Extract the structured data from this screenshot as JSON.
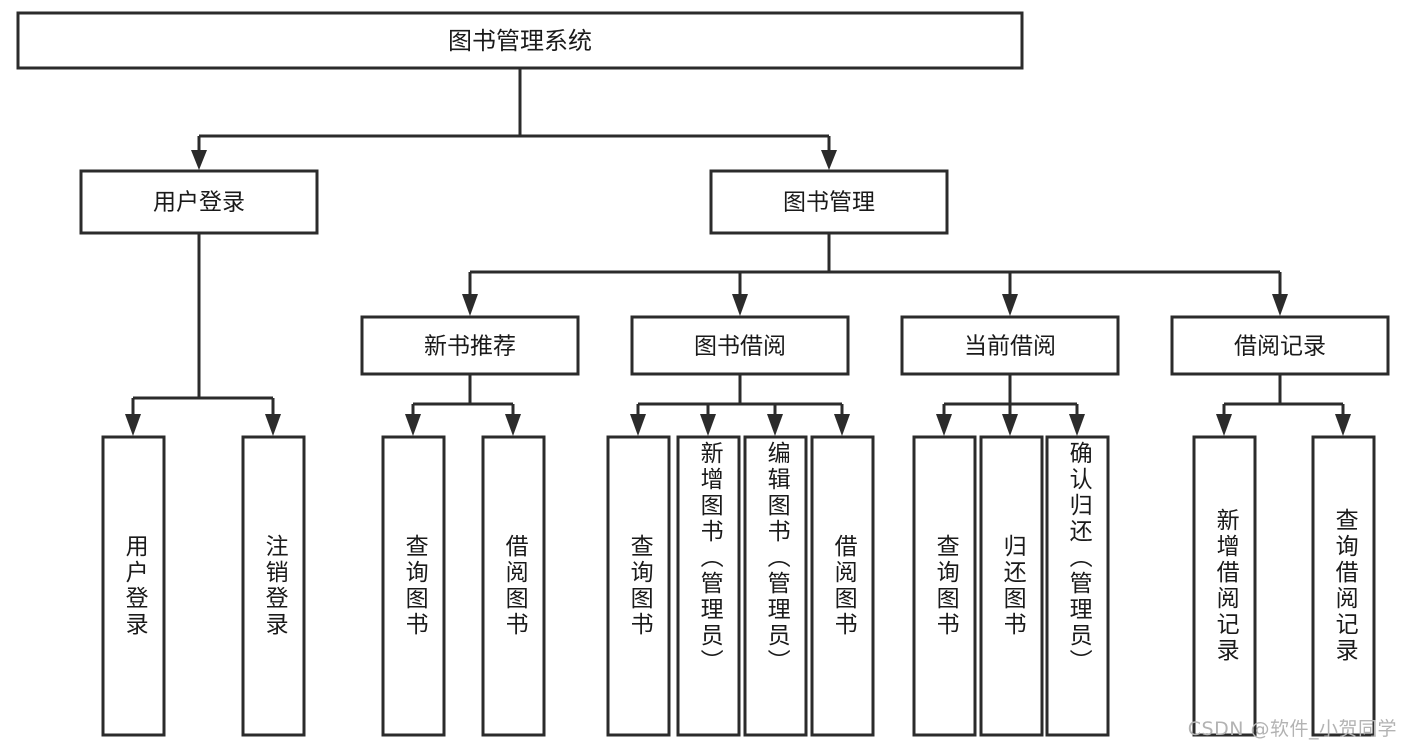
{
  "diagram": {
    "title": "图书管理系统",
    "type": "hierarchy-tree",
    "root": {
      "label": "图书管理系统",
      "id": "root"
    },
    "level2": [
      {
        "id": "user-login",
        "label": "用户登录"
      },
      {
        "id": "book-management",
        "label": "图书管理"
      }
    ],
    "level3": [
      {
        "id": "new-book-recommend",
        "label": "新书推荐",
        "parent": "book-management"
      },
      {
        "id": "book-borrow",
        "label": "图书借阅",
        "parent": "book-management"
      },
      {
        "id": "current-borrow",
        "label": "当前借阅",
        "parent": "book-management"
      },
      {
        "id": "borrow-record",
        "label": "借阅记录",
        "parent": "book-management"
      }
    ],
    "leaves": {
      "user-login": [
        {
          "id": "leaf-user-login",
          "label": "用户登录"
        },
        {
          "id": "leaf-logout-login",
          "label": "注销登录"
        }
      ],
      "new-book-recommend": [
        {
          "id": "leaf-query-book-1",
          "label": "查询图书"
        },
        {
          "id": "leaf-borrow-book-1",
          "label": "借阅图书"
        }
      ],
      "book-borrow": [
        {
          "id": "leaf-query-book-2",
          "label": "查询图书"
        },
        {
          "id": "leaf-add-book",
          "label": "新增图书（管理员）"
        },
        {
          "id": "leaf-edit-book",
          "label": "编辑图书（管理员）"
        },
        {
          "id": "leaf-borrow-book-2",
          "label": "借阅图书"
        }
      ],
      "current-borrow": [
        {
          "id": "leaf-query-book-3",
          "label": "查询图书"
        },
        {
          "id": "leaf-return-book",
          "label": "归还图书"
        },
        {
          "id": "leaf-confirm-return",
          "label": "确认归还（管理员）"
        }
      ],
      "borrow-record": [
        {
          "id": "leaf-add-record",
          "label": "新增借阅记录"
        },
        {
          "id": "leaf-query-record",
          "label": "查询借阅记录"
        }
      ]
    },
    "colors": {
      "box_stroke": "#2b2b2b",
      "box_fill": "#ffffff",
      "text": "#1a1a1a",
      "connector": "#2b2b2b",
      "watermark": "#b3b3b3",
      "background": "#ffffff"
    }
  },
  "watermark": {
    "text": "CSDN @软件_小贺同学"
  }
}
